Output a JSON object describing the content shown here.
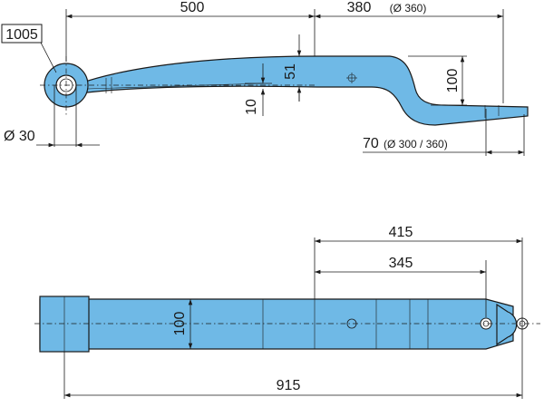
{
  "part_number": "1005",
  "side_view": {
    "dim_length_main": "500",
    "dim_length_rear": "380",
    "dim_length_rear_note": "(Ø 360)",
    "dim_thickness": "51",
    "dim_offset": "100",
    "dim_leaf_gap": "10",
    "dim_eye_diameter": "Ø 30",
    "dim_tip": "70",
    "dim_tip_note": "(Ø 300 / 360)"
  },
  "top_view": {
    "dim_415": "415",
    "dim_345": "345",
    "dim_width": "100",
    "dim_total": "915"
  },
  "colors": {
    "part_fill": "#6fb9e6",
    "line": "#1a1a1a",
    "background": "#ffffff"
  }
}
